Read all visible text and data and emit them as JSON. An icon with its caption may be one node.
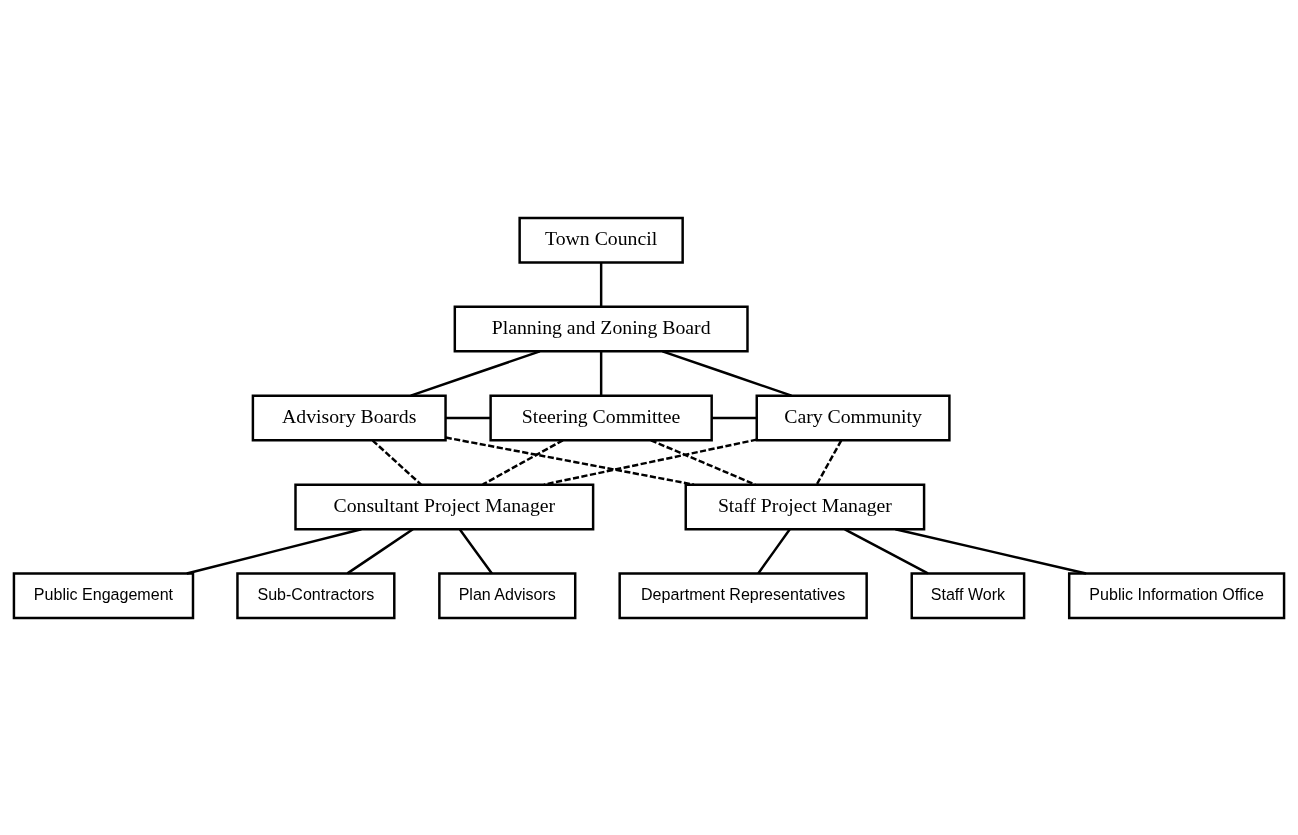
{
  "diagram": {
    "nodes": [
      {
        "text": [
          "Town Council"
        ]
      },
      {
        "text": [
          "Planning and Zoning Board"
        ]
      },
      {
        "text": [
          "Advisory Boards"
        ]
      },
      {
        "text": [
          "Steering Committee"
        ]
      },
      {
        "text": [
          "Cary Community"
        ]
      },
      {
        "text": [
          "Consultant Project Manager"
        ]
      },
      {
        "text": [
          "Staff Project Manager"
        ]
      },
      {
        "text": [
          "Public Engagement"
        ]
      },
      {
        "text": [
          "Sub-Contractors"
        ]
      },
      {
        "text": [
          "Plan Advisors"
        ]
      },
      {
        "text": [
          "Department Representatives"
        ]
      },
      {
        "text": [
          "Staff Work"
        ]
      },
      {
        "text": [
          "Public Information Office"
        ]
      }
    ],
    "edges": [
      {
        "from": 0,
        "to": 1,
        "arrow": "none"
      },
      {
        "from": 1,
        "to": 2,
        "arrow": "none"
      },
      {
        "from": 1,
        "to": 3,
        "arrow": "none"
      },
      {
        "from": 1,
        "to": 4,
        "arrow": "none"
      },
      {
        "from": 2,
        "to": 3,
        "arrow": "none"
      },
      {
        "from": 3,
        "to": 4,
        "arrow": "none"
      },
      {
        "from": 2,
        "to": 5,
        "arrow": "none",
        "style": "dashed"
      },
      {
        "from": 2,
        "to": 6,
        "arrow": "none",
        "style": "dashed"
      },
      {
        "from": 3,
        "to": 5,
        "arrow": "none",
        "style": "dashed"
      },
      {
        "from": 3,
        "to": 6,
        "arrow": "none",
        "style": "dashed"
      },
      {
        "from": 4,
        "to": 5,
        "arrow": "none",
        "style": "dashed"
      },
      {
        "from": 4,
        "to": 6,
        "arrow": "none",
        "style": "dashed"
      },
      {
        "from": 5,
        "to": 7,
        "arrow": "none"
      },
      {
        "from": 5,
        "to": 9,
        "arrow": "none"
      },
      {
        "from": 5,
        "to": 8,
        "arrow": "none"
      },
      {
        "from": 6,
        "to": 10,
        "arrow": "none"
      },
      {
        "from": 6,
        "to": 12,
        "arrow": "none"
      },
      {
        "from": 6,
        "to": 11,
        "arrow": "none"
      }
    ]
  }
}
